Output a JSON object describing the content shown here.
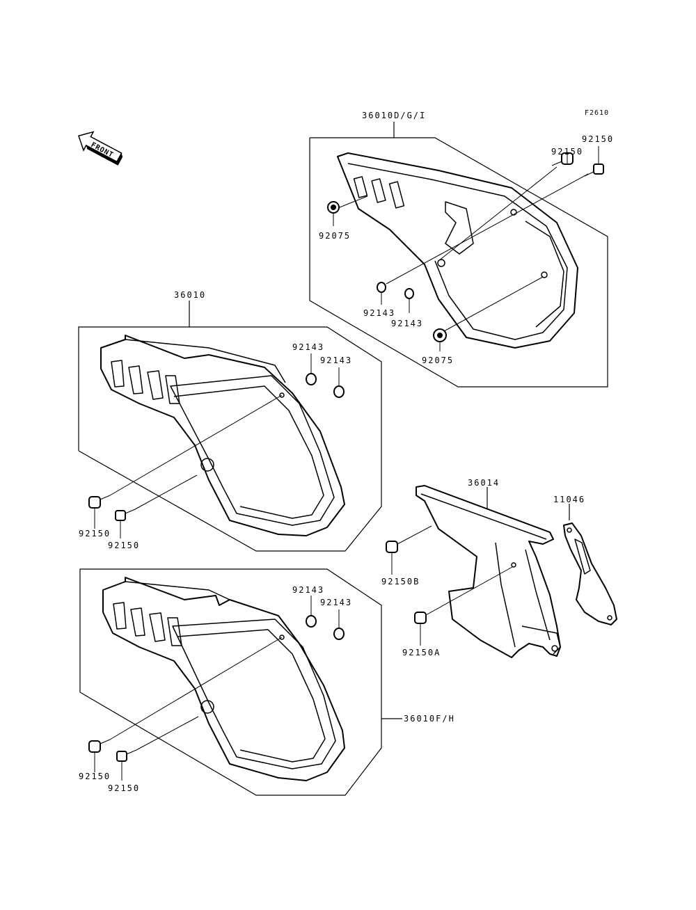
{
  "figure_code": "F2610",
  "front_arrow": {
    "label": "FRONT",
    "icon": "front-arrow-icon"
  },
  "panels": {
    "top_right": {
      "label": "36010D/G/I",
      "parts": {
        "bolt_a": "92150",
        "bolt_b": "92150",
        "grommet_top": "92075",
        "collar_a": "92143",
        "collar_b": "92143",
        "grommet_bottom": "92075"
      }
    },
    "middle_left": {
      "label": "36010",
      "parts": {
        "collar_a": "92143",
        "collar_b": "92143",
        "bolt_a": "92150",
        "bolt_b": "92150"
      }
    },
    "bottom_left": {
      "label": "36010F/H",
      "parts": {
        "collar_a": "92143",
        "collar_b": "92143",
        "bolt_a": "92150",
        "bolt_b": "92150"
      }
    },
    "chain_guard": {
      "label": "36014",
      "parts": {
        "bolt_b": "92150B",
        "bolt_a": "92150A"
      }
    },
    "bracket": {
      "label": "11046"
    }
  }
}
